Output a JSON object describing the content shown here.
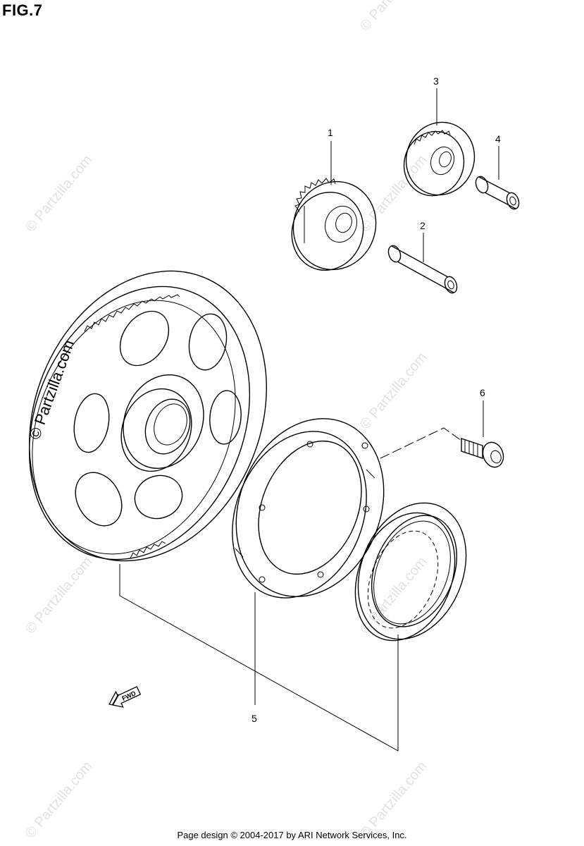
{
  "figure": {
    "title": "FIG.7"
  },
  "callouts": [
    "1",
    "2",
    "3",
    "4",
    "5",
    "6"
  ],
  "fwd_label": "FWD",
  "watermark": {
    "text": "© Partzilla.com"
  },
  "footer": {
    "text": "Page design © 2004-2017 by ARI Network Services, Inc."
  },
  "colors": {
    "line": "#000000",
    "watermark": "#e2e2e2",
    "background": "#ffffff"
  }
}
